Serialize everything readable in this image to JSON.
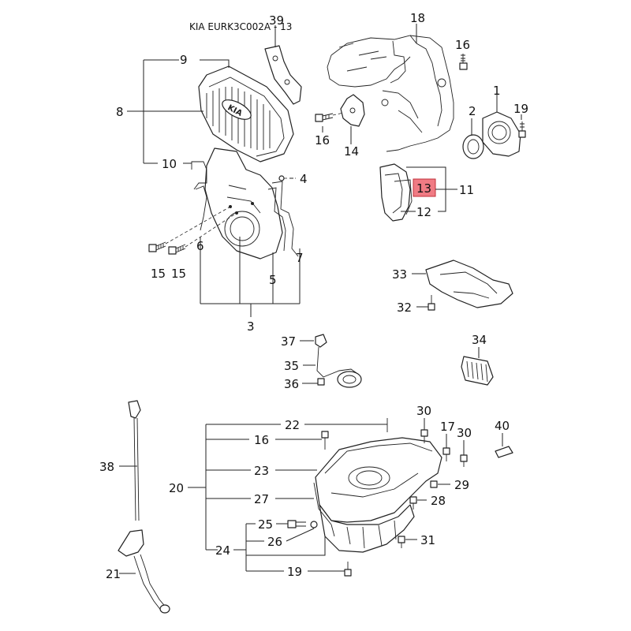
{
  "header": {
    "ref_code": "KIA EURK3C002A - 13"
  },
  "logo": {
    "text": "KIA"
  },
  "highlight": {
    "color": "#f07b84",
    "callout": "13"
  },
  "callouts": {
    "c1": "1",
    "c2": "2",
    "c3": "3",
    "c4": "4",
    "c5": "5",
    "c6": "6",
    "c7": "7",
    "c8": "8",
    "c9": "9",
    "c10": "10",
    "c11": "11",
    "c12": "12",
    "c13": "13",
    "c14": "14",
    "c15a": "15",
    "c15b": "15",
    "c16a": "16",
    "c16b": "16",
    "c16c": "16",
    "c17": "17",
    "c18": "18",
    "c19a": "19",
    "c19b": "19",
    "c20": "20",
    "c21": "21",
    "c22": "22",
    "c23": "23",
    "c24": "24",
    "c25": "25",
    "c26": "26",
    "c27": "27",
    "c28": "28",
    "c29": "29",
    "c30a": "30",
    "c30b": "30",
    "c31": "31",
    "c32": "32",
    "c33": "33",
    "c34": "34",
    "c35": "35",
    "c36": "36",
    "c37": "37",
    "c38": "38",
    "c39": "39",
    "c40": "40"
  }
}
